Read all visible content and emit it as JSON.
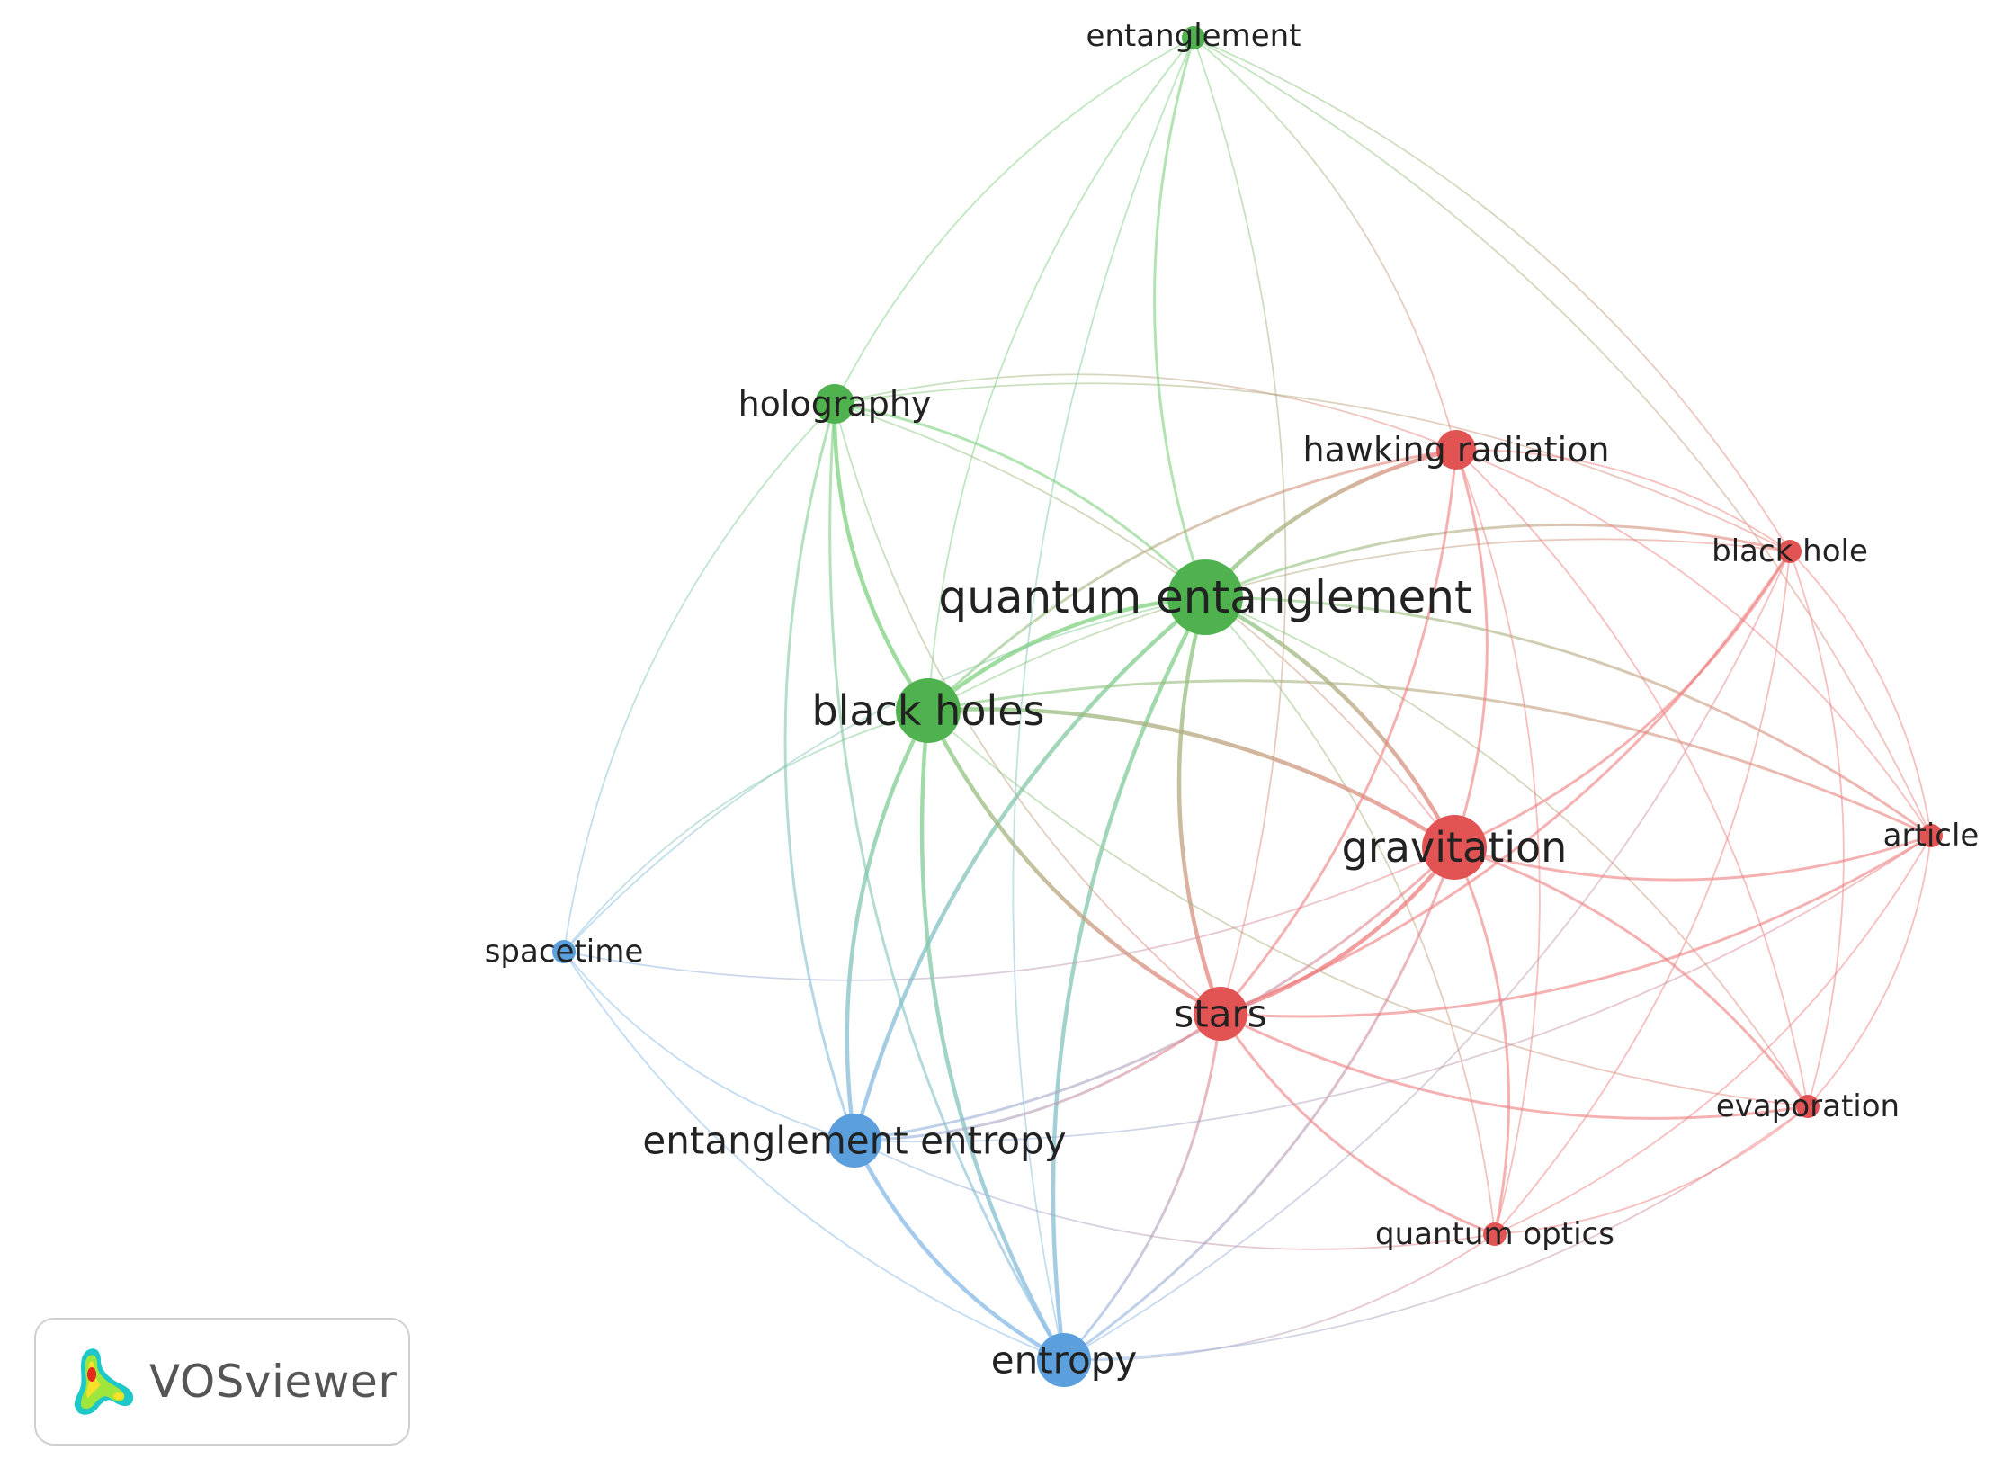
{
  "clusters": {
    "red": {
      "node": "#e25353",
      "edge": "#ef7d7d"
    },
    "green": {
      "node": "#4fb24f",
      "edge": "#7fd07f"
    },
    "blue": {
      "node": "#5b9fdd",
      "edge": "#86b9e8"
    }
  },
  "nodes": [
    {
      "id": "entanglement",
      "label": "entanglement",
      "cluster": "green",
      "weight": 1
    },
    {
      "id": "holography",
      "label": "holography",
      "cluster": "green",
      "weight": 2
    },
    {
      "id": "quantum-entanglement",
      "label": "quantum entanglement",
      "cluster": "green",
      "weight": 5
    },
    {
      "id": "black-holes",
      "label": "black holes",
      "cluster": "green",
      "weight": 4
    },
    {
      "id": "hawking-radiation",
      "label": "hawking radiation",
      "cluster": "red",
      "weight": 2
    },
    {
      "id": "black-hole",
      "label": "black hole",
      "cluster": "red",
      "weight": 1
    },
    {
      "id": "gravitation",
      "label": "gravitation",
      "cluster": "red",
      "weight": 4
    },
    {
      "id": "article",
      "label": "article",
      "cluster": "red",
      "weight": 1
    },
    {
      "id": "stars",
      "label": "stars",
      "cluster": "red",
      "weight": 3
    },
    {
      "id": "evaporation",
      "label": "evaporation",
      "cluster": "red",
      "weight": 1
    },
    {
      "id": "quantum-optics",
      "label": "quantum optics",
      "cluster": "red",
      "weight": 1
    },
    {
      "id": "spacetime",
      "label": "spacetime",
      "cluster": "blue",
      "weight": 1
    },
    {
      "id": "entanglement-entropy",
      "label": "entanglement entropy",
      "cluster": "blue",
      "weight": 3
    },
    {
      "id": "entropy",
      "label": "entropy",
      "cluster": "blue",
      "weight": 3
    }
  ],
  "links": [
    [
      "quantum-entanglement",
      "black-holes",
      3
    ],
    [
      "quantum-entanglement",
      "holography",
      2
    ],
    [
      "quantum-entanglement",
      "entanglement",
      2
    ],
    [
      "quantum-entanglement",
      "hawking-radiation",
      3
    ],
    [
      "quantum-entanglement",
      "gravitation",
      3
    ],
    [
      "quantum-entanglement",
      "stars",
      3
    ],
    [
      "quantum-entanglement",
      "entropy",
      3
    ],
    [
      "quantum-entanglement",
      "entanglement-entropy",
      3
    ],
    [
      "quantum-entanglement",
      "black-hole",
      2
    ],
    [
      "quantum-entanglement",
      "article",
      2
    ],
    [
      "quantum-entanglement",
      "evaporation",
      1
    ],
    [
      "quantum-entanglement",
      "quantum-optics",
      1
    ],
    [
      "quantum-entanglement",
      "spacetime",
      1
    ],
    [
      "black-holes",
      "holography",
      3
    ],
    [
      "black-holes",
      "entanglement",
      1
    ],
    [
      "black-holes",
      "gravitation",
      3
    ],
    [
      "black-holes",
      "stars",
      3
    ],
    [
      "black-holes",
      "entropy",
      3
    ],
    [
      "black-holes",
      "entanglement-entropy",
      3
    ],
    [
      "black-holes",
      "hawking-radiation",
      2
    ],
    [
      "black-holes",
      "spacetime",
      1
    ],
    [
      "black-holes",
      "article",
      2
    ],
    [
      "black-holes",
      "black-hole",
      1
    ],
    [
      "black-holes",
      "evaporation",
      1
    ],
    [
      "holography",
      "entanglement",
      1
    ],
    [
      "holography",
      "entanglement-entropy",
      2
    ],
    [
      "holography",
      "entropy",
      2
    ],
    [
      "holography",
      "spacetime",
      1
    ],
    [
      "holography",
      "hawking-radiation",
      1
    ],
    [
      "holography",
      "gravitation",
      1
    ],
    [
      "holography",
      "stars",
      1
    ],
    [
      "holography",
      "black-hole",
      1
    ],
    [
      "entanglement",
      "hawking-radiation",
      1
    ],
    [
      "entanglement",
      "black-hole",
      1
    ],
    [
      "entanglement",
      "entropy",
      1
    ],
    [
      "entanglement",
      "article",
      1
    ],
    [
      "entanglement",
      "stars",
      1
    ],
    [
      "gravitation",
      "stars",
      3
    ],
    [
      "gravitation",
      "hawking-radiation",
      2
    ],
    [
      "gravitation",
      "black-hole",
      2
    ],
    [
      "gravitation",
      "article",
      2
    ],
    [
      "gravitation",
      "evaporation",
      2
    ],
    [
      "gravitation",
      "quantum-optics",
      2
    ],
    [
      "gravitation",
      "entropy",
      2
    ],
    [
      "gravitation",
      "entanglement-entropy",
      2
    ],
    [
      "gravitation",
      "spacetime",
      1
    ],
    [
      "stars",
      "hawking-radiation",
      2
    ],
    [
      "stars",
      "black-hole",
      2
    ],
    [
      "stars",
      "article",
      2
    ],
    [
      "stars",
      "evaporation",
      2
    ],
    [
      "stars",
      "quantum-optics",
      2
    ],
    [
      "stars",
      "entropy",
      2
    ],
    [
      "stars",
      "entanglement-entropy",
      2
    ],
    [
      "hawking-radiation",
      "black-hole",
      1
    ],
    [
      "hawking-radiation",
      "evaporation",
      1
    ],
    [
      "hawking-radiation",
      "quantum-optics",
      1
    ],
    [
      "hawking-radiation",
      "article",
      1
    ],
    [
      "black-hole",
      "article",
      1
    ],
    [
      "black-hole",
      "evaporation",
      1
    ],
    [
      "black-hole",
      "quantum-optics",
      1
    ],
    [
      "black-hole",
      "entropy",
      1
    ],
    [
      "article",
      "evaporation",
      1
    ],
    [
      "article",
      "quantum-optics",
      1
    ],
    [
      "article",
      "entanglement-entropy",
      1
    ],
    [
      "evaporation",
      "quantum-optics",
      1
    ],
    [
      "evaporation",
      "entropy",
      1
    ],
    [
      "quantum-optics",
      "entanglement-entropy",
      1
    ],
    [
      "quantum-optics",
      "entropy",
      1
    ],
    [
      "spacetime",
      "entanglement-entropy",
      1
    ],
    [
      "spacetime",
      "entropy",
      1
    ],
    [
      "entanglement-entropy",
      "entropy",
      3
    ]
  ],
  "logo": {
    "text": "VOSviewer"
  }
}
